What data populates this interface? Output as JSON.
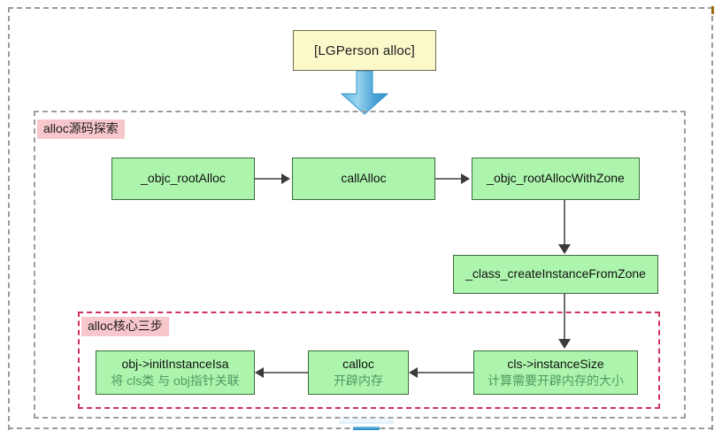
{
  "diagram": {
    "entry": {
      "label": "[LGPerson alloc]"
    },
    "arrow_down": "blue-down-arrow",
    "groups": [
      {
        "id": "alloc-source-exploration",
        "label": "alloc源码探索",
        "border_color": "#9e9e9e",
        "label_bg": "#f8c7cc"
      },
      {
        "id": "alloc-core-three-steps",
        "label": "alloc核心三步",
        "border_color": "#d1325a",
        "label_bg": "#f8c7cc"
      }
    ],
    "nodes": [
      {
        "id": "objc-root-alloc",
        "title": "_objc_rootAlloc",
        "sub": ""
      },
      {
        "id": "call-alloc",
        "title": "callAlloc",
        "sub": ""
      },
      {
        "id": "objc-root-alloc-with-zone",
        "title": "_objc_rootAllocWithZone",
        "sub": ""
      },
      {
        "id": "class-create-instance-from-zone",
        "title": "_class_createInstanceFromZone",
        "sub": ""
      },
      {
        "id": "cls-instance-size",
        "title": "cls->instanceSize",
        "sub": "计算需要开辟内存的大小"
      },
      {
        "id": "calloc",
        "title": "calloc",
        "sub": "开辟内存"
      },
      {
        "id": "obj-init-instance-isa",
        "title": "obj->initInstanceIsa",
        "sub": "将 cls类 与 obj指针关联"
      }
    ],
    "colors": {
      "node_fill_green": "#adf5ad",
      "node_fill_yellow": "#fbf8ca",
      "group_label_pink": "#f8c7cc",
      "group_red_dash": "#d1325a",
      "group_gray_dash": "#9e9e9e",
      "connector_gray": "#6f6f6f",
      "sub_text_green": "#4d9b63",
      "arrow_blue_top": "#8fcdeb",
      "arrow_blue_bottom": "#2f93c9"
    }
  }
}
